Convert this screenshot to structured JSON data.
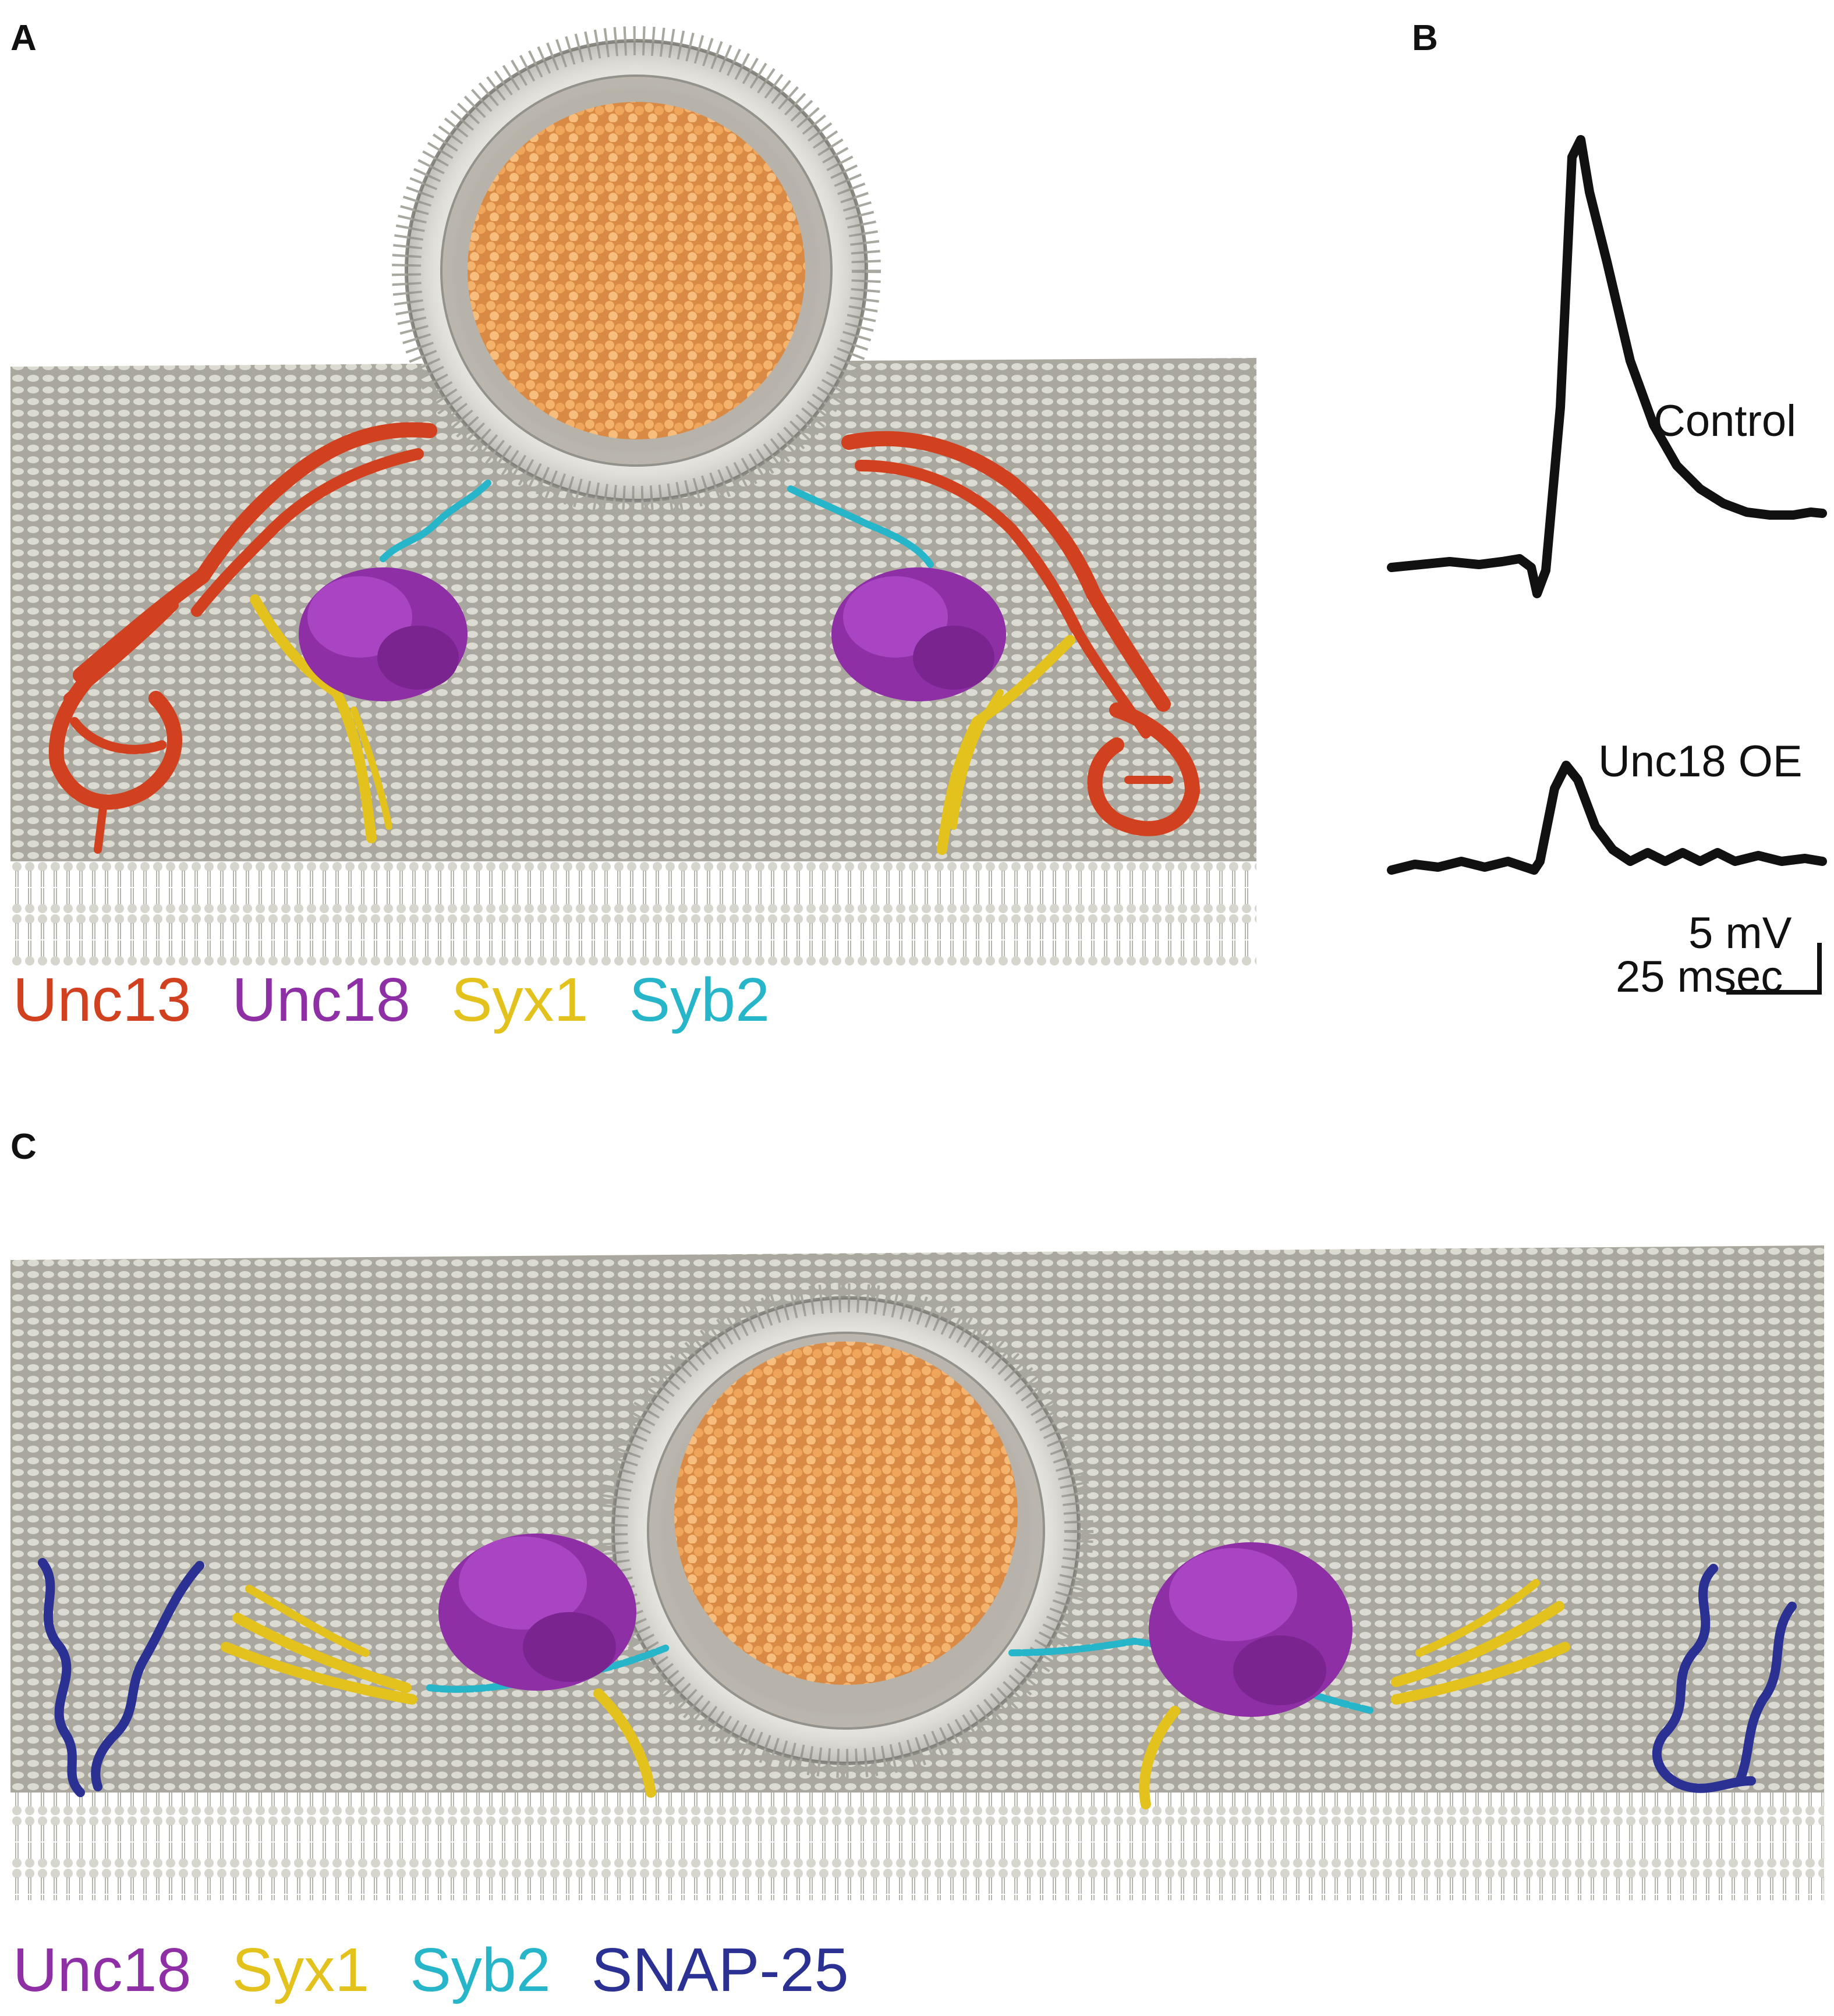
{
  "panels": {
    "a": {
      "letter": "A"
    },
    "b": {
      "letter": "B"
    },
    "c": {
      "letter": "C"
    }
  },
  "legend_a": [
    {
      "label": "Unc13",
      "color": "#d1401f"
    },
    {
      "label": "Unc18",
      "color": "#8e2fa6"
    },
    {
      "label": "Syx1",
      "color": "#e3c21d"
    },
    {
      "label": "Syb2",
      "color": "#27b5c9"
    }
  ],
  "legend_c": [
    {
      "label": "Unc18",
      "color": "#8e2fa6"
    },
    {
      "label": "Syx1",
      "color": "#e3c21d"
    },
    {
      "label": "Syb2",
      "color": "#27b5c9"
    },
    {
      "label": "SNAP-25",
      "color": "#2b3192"
    }
  ],
  "traces": {
    "control_label": "Control",
    "unc18_label": "Unc18 OE"
  },
  "scale_bar": {
    "voltage": "5 mV",
    "time": "25 msec"
  },
  "colors": {
    "membrane": "#c9c8be",
    "vesicle_cargo": "#efa55a",
    "trace": "#111111"
  }
}
